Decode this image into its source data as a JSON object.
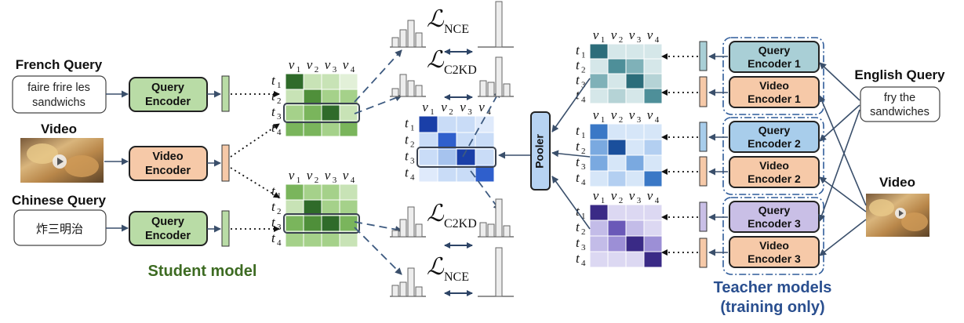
{
  "left": {
    "french_query_title": "French Query",
    "french_query_text": [
      "faire frire les",
      "sandwichs"
    ],
    "video_title": "Video",
    "chinese_query_title": "Chinese Query",
    "chinese_query_text": "炸三明治",
    "query_encoder": [
      "Query",
      "Encoder"
    ],
    "video_encoder": [
      "Video",
      "Encoder"
    ],
    "student_model_label": "Student model"
  },
  "matrix_labels": {
    "cols": [
      "v",
      "v",
      "v",
      "v"
    ],
    "col_subs": [
      "1",
      "2",
      "3",
      "4"
    ],
    "rows": [
      "t",
      "t",
      "t",
      "t"
    ],
    "row_subs": [
      "1",
      "2",
      "3",
      "4"
    ]
  },
  "losses": {
    "script_l": "ℒ",
    "nce_sub": "NCE",
    "c2kd_sub": "C2KD"
  },
  "pooler_label": "Pooler",
  "right": {
    "english_query_title": "English Query",
    "english_query_text": [
      "fry the",
      "sandwiches"
    ],
    "video_title": "Video",
    "teacher_label": [
      "Teacher models",
      "(training only)"
    ],
    "encoders": [
      {
        "query": [
          "Query",
          "Encoder 1"
        ],
        "video": [
          "Video",
          "Encoder 1"
        ]
      },
      {
        "query": [
          "Query",
          "Encoder 2"
        ],
        "video": [
          "Video",
          "Encoder 2"
        ]
      },
      {
        "query": [
          "Query",
          "Encoder 3"
        ],
        "video": [
          "Video",
          "Encoder 3"
        ]
      }
    ]
  },
  "colors": {
    "green_encoder": "#b9dca6",
    "orange_encoder": "#f6c9a8",
    "blue_encoder_1": "#a9cfd6",
    "blue_encoder_2": "#a8cdeb",
    "purple_encoder_3": "#c9bfe6",
    "pooler": "#b7d3f2",
    "teacher_frame": "#2f5c9a",
    "student_text": "#3d6b22",
    "teacher_text": "#2a4f8f"
  }
}
